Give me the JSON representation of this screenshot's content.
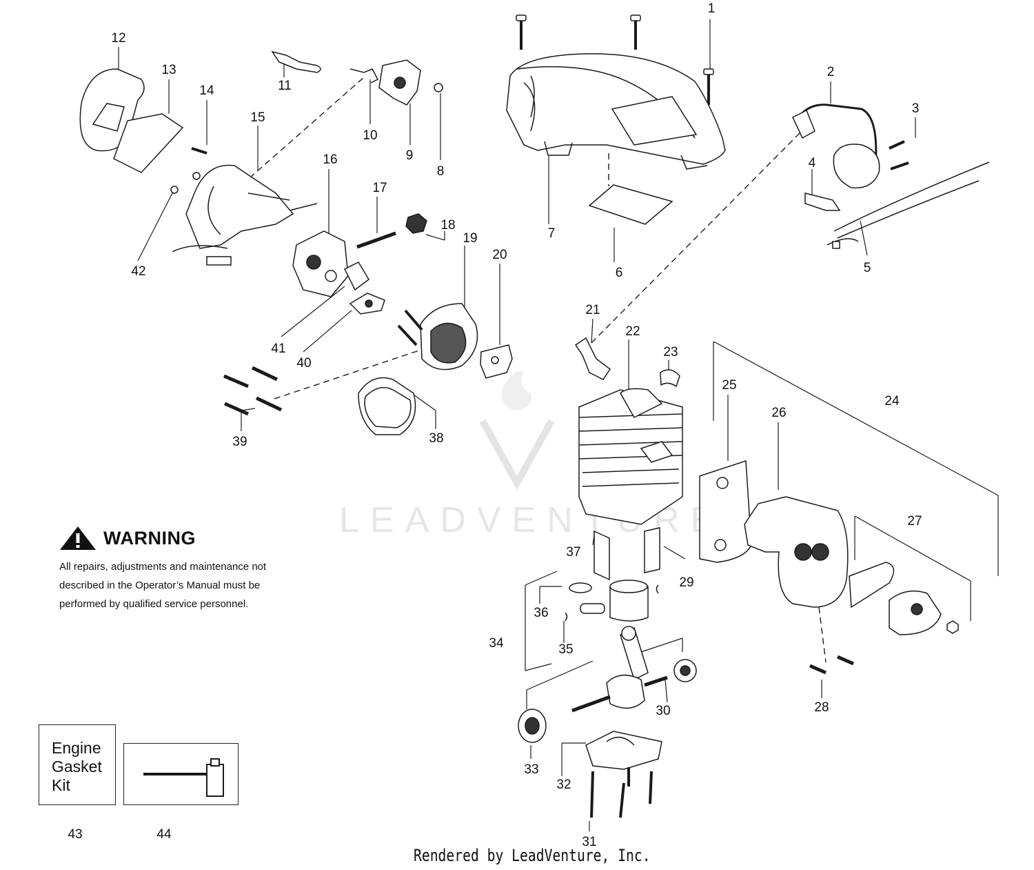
{
  "watermark_text": "LEADVENTURE",
  "footer": "Rendered by LeadVenture, Inc.",
  "warning": {
    "title": "WARNING",
    "lines": [
      "All repairs, adjustments and maintenance not",
      "described in the Operator’s Manual must be",
      "performed by qualified  service personnel."
    ]
  },
  "kit": {
    "lines": [
      "Engine",
      "Gasket",
      "Kit"
    ]
  },
  "callouts": [
    "1",
    "2",
    "3",
    "4",
    "5",
    "6",
    "7",
    "8",
    "9",
    "10",
    "11",
    "12",
    "13",
    "14",
    "15",
    "16",
    "17",
    "18",
    "19",
    "20",
    "21",
    "22",
    "23",
    "24",
    "25",
    "26",
    "27",
    "28",
    "29",
    "30",
    "31",
    "32",
    "33",
    "34",
    "35",
    "36",
    "37",
    "38",
    "39",
    "40",
    "41",
    "42",
    "43",
    "44"
  ],
  "icons": {
    "warning": "warning-triangle-icon",
    "tool": "scrench-tool-icon"
  }
}
